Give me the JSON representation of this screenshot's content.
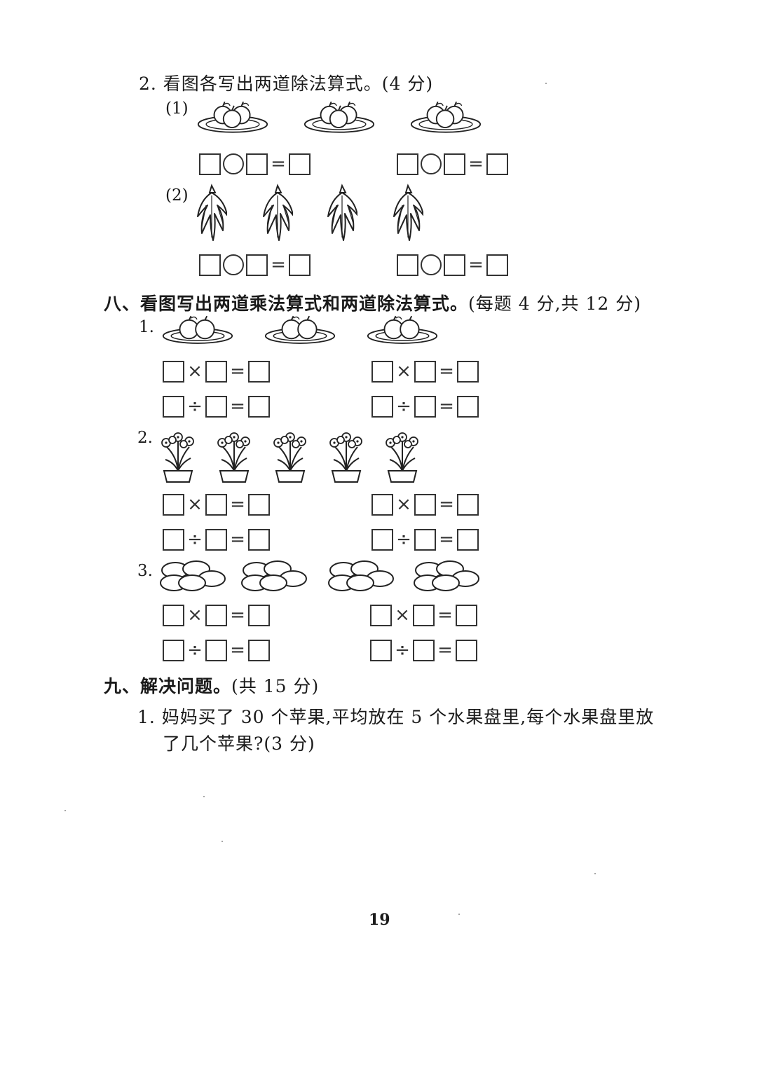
{
  "q7_2": {
    "title": "2. 看图各写出两道除法算式。(4 分)",
    "sub1_label": "(1)",
    "sub2_label": "(2)"
  },
  "section8": {
    "title": "八、看图写出两道乘法算式和两道除法算式。",
    "note": "(每题 4 分,共 12 分)",
    "q1_label": "1.",
    "q2_label": "2.",
    "q3_label": "3."
  },
  "section9": {
    "title": "九、解决问题。",
    "note": "(共 15 分)",
    "q1_line1": "1. 妈妈买了 30 个苹果,平均放在 5 个水果盘里,每个水果盘里放",
    "q1_line2": "了几个苹果?(3 分)"
  },
  "operators": {
    "times": "×",
    "divide": "÷",
    "equals": "="
  },
  "page_number": "19",
  "icons": {
    "apple_plate": "apple-plate-icon",
    "pepper_bunch": "pepper-bunch-icon",
    "flower_pot": "flower-pot-icon",
    "egg_group": "egg-group-icon"
  }
}
